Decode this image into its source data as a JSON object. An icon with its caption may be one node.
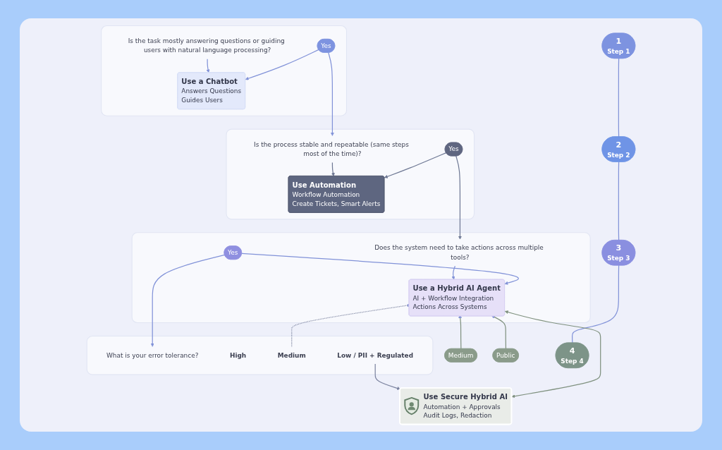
{
  "diagram": {
    "nodes": [
      {
        "text": [
          "1",
          "Step 1"
        ]
      },
      {
        "text": [],
        "shape": "box"
      },
      {
        "text": [
          "Is the task mostly answering questions or guiding users with natural language processing?"
        ],
        "in": 1
      },
      {
        "text": [
          "Yes"
        ],
        "in": 1
      },
      {
        "text": [
          "Use a Chatbot",
          "Answers Questions",
          "Guides Users"
        ],
        "in": 1
      },
      {
        "text": [
          "2",
          "Step 2"
        ]
      },
      {
        "text": [],
        "shape": "box"
      },
      {
        "text": [
          "Is the process stable and repeatable (same steps most of the time)?"
        ],
        "in": 6
      },
      {
        "text": [
          "Yes"
        ],
        "in": 6
      },
      {
        "text": [
          "Use Automation",
          "Workflow Automation",
          "Create Tickets, Smart Alerts"
        ],
        "in": 6
      },
      {
        "text": [
          "3",
          "Step 3"
        ]
      },
      {
        "text": [],
        "shape": "box"
      },
      {
        "text": [
          "Does the system need to take actions across multiple tools?"
        ],
        "in": 11
      },
      {
        "text": [
          "Yes"
        ],
        "in": 11
      },
      {
        "text": [
          "Use a Hybrid AI Agent",
          "AI + Workflow Integration",
          "Actions Across Systems"
        ],
        "in": 11
      },
      {
        "text": [
          "Medium"
        ]
      },
      {
        "text": [
          "Public"
        ]
      },
      {
        "text": [
          "4",
          "Step 4"
        ]
      },
      {
        "text": [],
        "shape": "box"
      },
      {
        "text": [
          "What is your error tolerance?"
        ],
        "in": 18
      },
      {
        "text": [
          "High"
        ],
        "in": 18
      },
      {
        "text": [
          "Medium"
        ],
        "in": 18
      },
      {
        "text": [
          "Low / PII + Regulated"
        ],
        "in": 18
      },
      {
        "text": [
          "Use Secure Hybrid AI",
          "Automation + Approvals",
          "Audit Logs, Redaction"
        ]
      }
    ],
    "edges": [
      {
        "from": 0,
        "to": 5,
        "arrow": "none"
      },
      {
        "from": 5,
        "to": 10,
        "arrow": "none"
      },
      {
        "from": 10,
        "to": 17,
        "arrow": "none"
      },
      {
        "from": 2,
        "to": 4,
        "arrow": "to"
      },
      {
        "from": 3,
        "to": 4,
        "arrow": "to"
      },
      {
        "from": 3,
        "to": 7,
        "arrow": "to"
      },
      {
        "from": 7,
        "to": 9,
        "arrow": "to",
        "color": "#6e7894"
      },
      {
        "from": 8,
        "to": 9,
        "arrow": "to",
        "color": "#6e7894"
      },
      {
        "from": 8,
        "to": 12,
        "arrow": "to",
        "color": "#6e7894"
      },
      {
        "from": 12,
        "to": 14,
        "arrow": "to"
      },
      {
        "from": 13,
        "to": 14,
        "arrow": "to"
      },
      {
        "from": 13,
        "to": 19,
        "arrow": "to"
      },
      {
        "from": 21,
        "to": 14,
        "arrow": "to",
        "style": "dashed",
        "color": "#7c84a0"
      },
      {
        "from": 22,
        "to": 23,
        "arrow": "to",
        "color": "#7c84a0"
      },
      {
        "from": 14,
        "to": 23,
        "arrow": "both",
        "color": "#7f917f"
      },
      {
        "from": 15,
        "to": 14,
        "arrow": "to",
        "color": "#7f917f"
      },
      {
        "from": 16,
        "to": 14,
        "arrow": "to",
        "color": "#7f917f"
      }
    ]
  }
}
